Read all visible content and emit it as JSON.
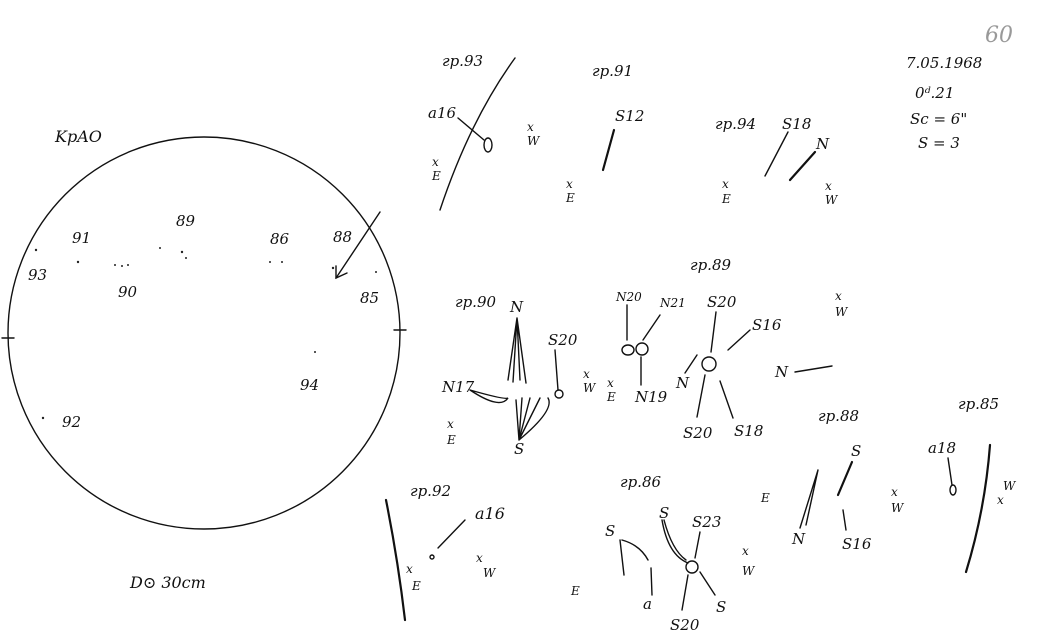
{
  "sheet": {
    "page_number": "60",
    "date": "7.05.1968",
    "time": "0ᵈ.21",
    "seeing": "Sc = 6\"",
    "s_value": "S = 3",
    "observatory": "KpAO",
    "instrument": "D⊙ 30cm"
  },
  "disk_groups": [
    "93",
    "91",
    "89",
    "86",
    "88",
    "90",
    "85",
    "94",
    "92"
  ],
  "group_titles": [
    "гр.93",
    "гр.91",
    "гр.94",
    "гр.90",
    "гр.89",
    "гр.88",
    "гр.85",
    "гр.92",
    "гр.86"
  ],
  "annotations": {
    "g93": [
      "a16",
      "x",
      "E"
    ],
    "g91": [
      "S12",
      "x",
      "W",
      "x",
      "E"
    ],
    "g94": [
      "S18",
      "N",
      "x",
      "E",
      "x",
      "W"
    ],
    "g90": [
      "N",
      "N17",
      "S20",
      "S",
      "x",
      "W",
      "x",
      "E"
    ],
    "g89": [
      "N20",
      "N21",
      "S20",
      "S16",
      "N",
      "N19",
      "S20",
      "S18",
      "x",
      "E",
      "x",
      "W",
      "N"
    ],
    "g88": [
      "S",
      "N",
      "S16",
      "E",
      "x",
      "W"
    ],
    "g85": [
      "a18",
      "x",
      "W"
    ],
    "g92": [
      "a16",
      "x",
      "E",
      "x",
      "W"
    ],
    "g86": [
      "S",
      "S",
      "S23",
      "S20",
      "S",
      "a",
      "E",
      "x",
      "W"
    ]
  }
}
